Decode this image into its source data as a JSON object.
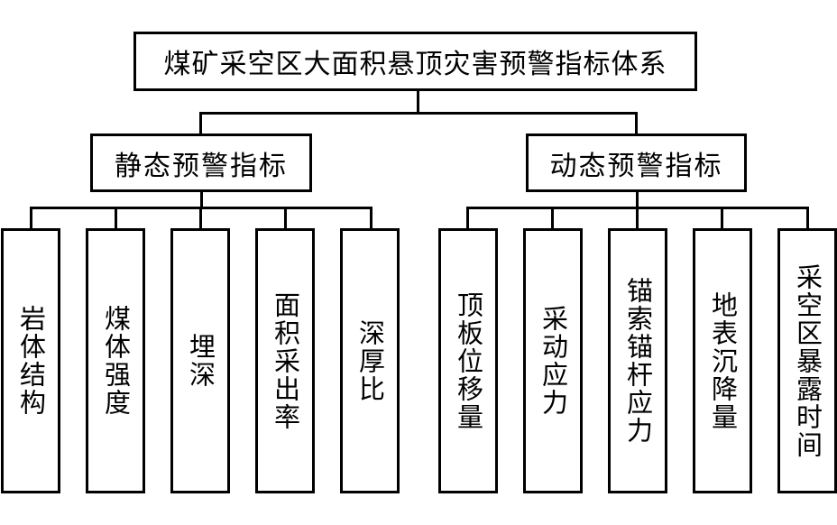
{
  "root": {
    "label": "煤矿采空区大面积悬顶灾害预警指标体系"
  },
  "groups": [
    {
      "label": "静态预警指标",
      "items": [
        {
          "label": "岩体结构"
        },
        {
          "label": "煤体强度"
        },
        {
          "label": "埋深"
        },
        {
          "label": "面积采出率"
        },
        {
          "label": "深厚比"
        }
      ]
    },
    {
      "label": "动态预警指标",
      "items": [
        {
          "label": "顶板位移量"
        },
        {
          "label": "采动应力"
        },
        {
          "label": "锚索锚杆应力"
        },
        {
          "label": "地表沉降量"
        },
        {
          "label": "采空区暴露时间"
        }
      ]
    }
  ],
  "colors": {
    "line": "#000000",
    "background": "#ffffff",
    "text": "#000000"
  }
}
